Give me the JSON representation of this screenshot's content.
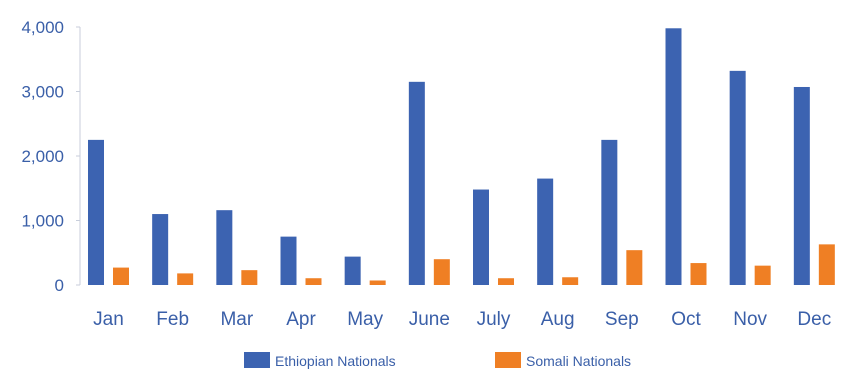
{
  "chart_data": {
    "type": "bar",
    "categories": [
      "Jan",
      "Feb",
      "Mar",
      "Apr",
      "May",
      "June",
      "July",
      "Aug",
      "Sep",
      "Oct",
      "Nov",
      "Dec"
    ],
    "series": [
      {
        "name": "Ethiopian Nationals",
        "color": "#3c63b1",
        "values": [
          2250,
          1100,
          1160,
          750,
          440,
          3150,
          1480,
          1650,
          2250,
          3980,
          3320,
          3070
        ]
      },
      {
        "name": "Somali Nationals",
        "color": "#ef7f24",
        "values": [
          270,
          180,
          230,
          105,
          70,
          400,
          105,
          120,
          540,
          340,
          300,
          630
        ]
      }
    ],
    "yticks": [
      "4,000",
      "3,000",
      "2,000",
      "1,000",
      "0"
    ],
    "ylim": [
      0,
      4000
    ],
    "grid": false,
    "legend": "bottom"
  }
}
